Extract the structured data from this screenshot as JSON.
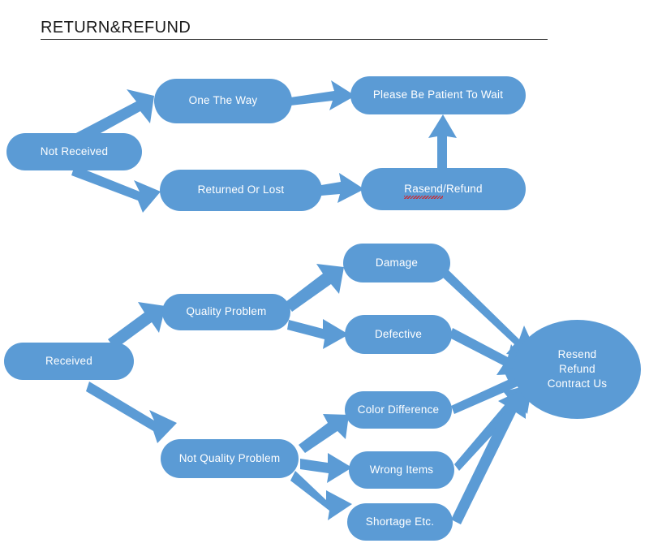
{
  "page": {
    "title": "RETURN&REFUND",
    "background_color": "#ffffff",
    "node_fill_color": "#5B9BD5",
    "node_text_color": "#ffffff",
    "arrow_color": "#5B9BD5",
    "rule_color": "#2b2b2b",
    "spellcheck_underline_color": "#d0252b"
  },
  "diagram": {
    "type": "flowchart",
    "branches": [
      {
        "name": "not-received-branch",
        "root": "Not Received",
        "nodes": [
          {
            "id": "not-received",
            "label": "Not Received"
          },
          {
            "id": "one-the-way",
            "label": "One The Way"
          },
          {
            "id": "returned-or-lost",
            "label": "Returned Or Lost"
          },
          {
            "id": "please-be-patient",
            "label": "Please Be Patient To Wait"
          },
          {
            "id": "rasend-refund",
            "label": "Rasend/Refund",
            "misspelled_part": "Rasend",
            "rest_part": "/Refund"
          }
        ],
        "edges": [
          {
            "from": "not-received",
            "to": "one-the-way"
          },
          {
            "from": "not-received",
            "to": "returned-or-lost"
          },
          {
            "from": "one-the-way",
            "to": "please-be-patient"
          },
          {
            "from": "returned-or-lost",
            "to": "rasend-refund"
          },
          {
            "from": "rasend-refund",
            "to": "please-be-patient"
          }
        ]
      },
      {
        "name": "received-branch",
        "root": "Received",
        "nodes": [
          {
            "id": "received",
            "label": "Received"
          },
          {
            "id": "quality-problem",
            "label": "Quality Problem"
          },
          {
            "id": "not-quality-problem",
            "label": "Not Quality Problem"
          },
          {
            "id": "damage",
            "label": "Damage"
          },
          {
            "id": "defective",
            "label": "Defective"
          },
          {
            "id": "color-difference",
            "label": "Color Difference"
          },
          {
            "id": "wrong-items",
            "label": "Wrong Items"
          },
          {
            "id": "shortage-etc",
            "label": "Shortage Etc."
          },
          {
            "id": "resolution",
            "label_lines": [
              "Resend",
              "Refund",
              "Contract Us"
            ]
          }
        ],
        "edges": [
          {
            "from": "received",
            "to": "quality-problem"
          },
          {
            "from": "received",
            "to": "not-quality-problem"
          },
          {
            "from": "quality-problem",
            "to": "damage"
          },
          {
            "from": "quality-problem",
            "to": "defective"
          },
          {
            "from": "not-quality-problem",
            "to": "color-difference"
          },
          {
            "from": "not-quality-problem",
            "to": "wrong-items"
          },
          {
            "from": "not-quality-problem",
            "to": "shortage-etc"
          },
          {
            "from": "damage",
            "to": "resolution"
          },
          {
            "from": "defective",
            "to": "resolution"
          },
          {
            "from": "color-difference",
            "to": "resolution"
          },
          {
            "from": "wrong-items",
            "to": "resolution"
          },
          {
            "from": "shortage-etc",
            "to": "resolution"
          }
        ]
      }
    ]
  },
  "labels": {
    "not_received": "Not Received",
    "one_the_way": "One The Way",
    "returned_or_lost": "Returned Or Lost",
    "please_be_patient": "Please Be Patient To Wait",
    "rasend_misspelled": "Rasend",
    "rasend_rest": "/Refund",
    "received": "Received",
    "quality_problem": "Quality Problem",
    "not_quality_problem": "Not Quality Problem",
    "damage": "Damage",
    "defective": "Defective",
    "color_difference": "Color Difference",
    "wrong_items": "Wrong Items",
    "shortage_etc": "Shortage Etc.",
    "resolution_line1": "Resend",
    "resolution_line2": "Refund",
    "resolution_line3": "Contract Us"
  }
}
